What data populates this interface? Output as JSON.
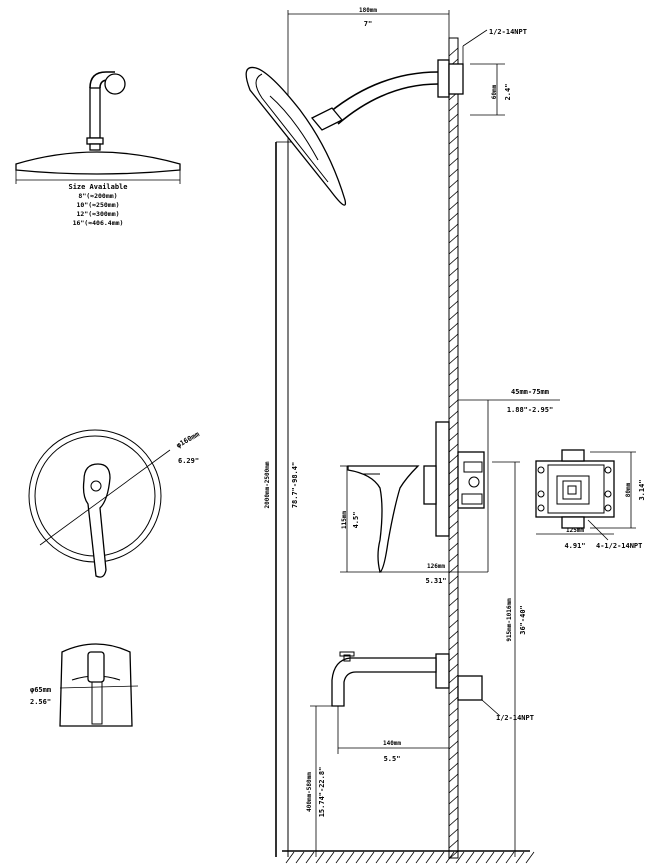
{
  "size_note": {
    "title": "Size Available",
    "options": [
      "8\"(≈200mm)",
      "10\"(≈250mm)",
      "12\"(≈300mm)",
      "16\"(≈406.4mm)"
    ]
  },
  "top_dim": {
    "mm": "180mm",
    "inch": "7\""
  },
  "npt_top": "1/2-14NPT",
  "arm_drop": {
    "mm": "60mm",
    "inch": "2.4\""
  },
  "total_height": {
    "mm": "2000mm-2500mm",
    "inch": "78.7\"-98.4\""
  },
  "wall_depth": {
    "mm": "45mm-75mm",
    "inch": "1.88\"-2.95\""
  },
  "trim_dia": {
    "mm": "φ160mm",
    "inch": "6.29\""
  },
  "handle_height": {
    "mm": "115mm",
    "inch": "4.5\""
  },
  "handle_reach": {
    "mm": "126mm",
    "inch": "5.31\""
  },
  "valve_body": {
    "height_mm": "80mm",
    "height_in": "3.14\"",
    "width_mm": "125mm",
    "width_in": "4.91\"",
    "npt": "4-1/2-14NPT"
  },
  "valve_height": {
    "mm": "915mm-1016mm",
    "inch": "36\"-40\""
  },
  "spout_dia": {
    "mm": "φ65mm",
    "inch": "2.56\""
  },
  "npt_spout": "1/2-14NPT",
  "spout_reach": {
    "mm": "140mm",
    "inch": "5.5\""
  },
  "spout_height": {
    "mm": "400mm-580mm",
    "inch": "15.74\"-22.8\""
  }
}
